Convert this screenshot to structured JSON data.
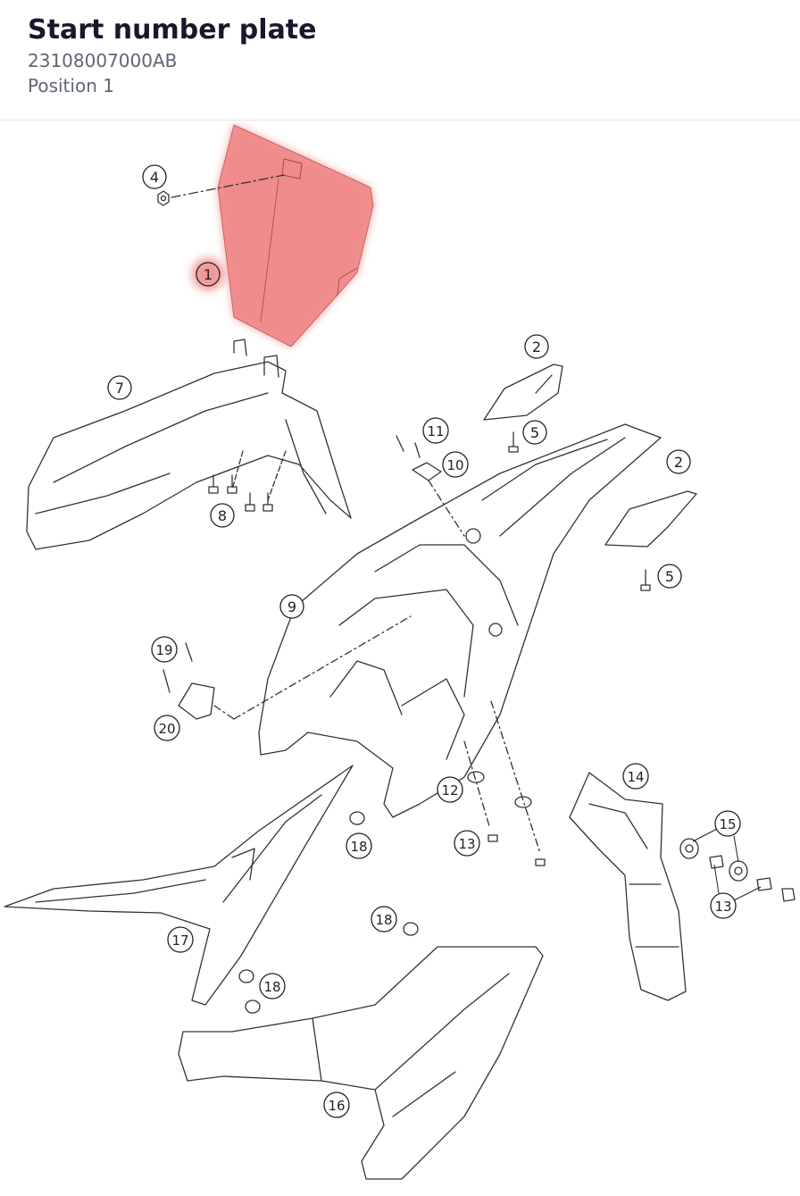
{
  "header": {
    "title": "Start number plate",
    "part_number": "23108007000AB",
    "position": "Position 1"
  },
  "highlight_color": "#f08a8a",
  "callouts": [
    {
      "id": "c1",
      "label": "1",
      "highlighted": true
    },
    {
      "id": "c2a",
      "label": "2"
    },
    {
      "id": "c2b",
      "label": "2"
    },
    {
      "id": "c4",
      "label": "4"
    },
    {
      "id": "c5a",
      "label": "5"
    },
    {
      "id": "c5b",
      "label": "5"
    },
    {
      "id": "c7",
      "label": "7"
    },
    {
      "id": "c8",
      "label": "8"
    },
    {
      "id": "c9",
      "label": "9"
    },
    {
      "id": "c10",
      "label": "10"
    },
    {
      "id": "c11",
      "label": "11"
    },
    {
      "id": "c12",
      "label": "12"
    },
    {
      "id": "c13a",
      "label": "13"
    },
    {
      "id": "c13b",
      "label": "13"
    },
    {
      "id": "c14",
      "label": "14"
    },
    {
      "id": "c15",
      "label": "15"
    },
    {
      "id": "c16",
      "label": "16"
    },
    {
      "id": "c17",
      "label": "17"
    },
    {
      "id": "c18a",
      "label": "18"
    },
    {
      "id": "c18b",
      "label": "18"
    },
    {
      "id": "c18c",
      "label": "18"
    },
    {
      "id": "c19",
      "label": "19"
    },
    {
      "id": "c20",
      "label": "20"
    }
  ]
}
